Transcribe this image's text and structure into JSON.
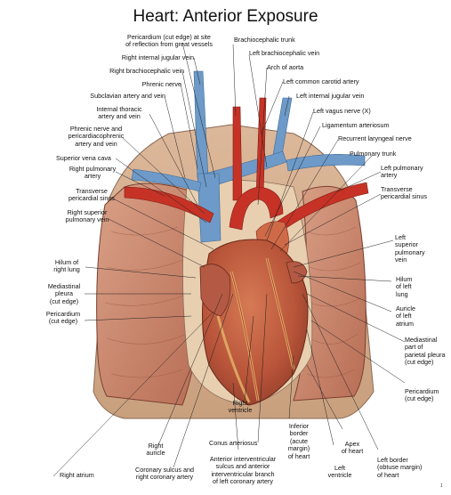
{
  "title": "Heart: Anterior Exposure",
  "labels": {
    "pericardium_cut_great_vessels": "Pericardium (cut edge) at site\nof reflection from great vessels",
    "brachiocephalic_trunk": "Brachiocephalic trunk",
    "left_brachiocephalic_vein": "Left brachiocephalic vein",
    "right_internal_jugular_vein": "Right internal jugular vein",
    "arch_of_aorta": "Arch of aorta",
    "right_brachiocephalic_vein": "Right brachiocephalic vein",
    "left_common_carotid_artery": "Left common carotid artery",
    "phrenic_nerve": "Phrenic nerve",
    "left_internal_jugular_vein": "Left internal jugular vein",
    "subclavian_artery_and_vein": "Subclavian artery and vein",
    "internal_thoracic_artery_and_vein": "Internal thoracic\nartery and vein",
    "left_vagus_nerve": "Left vagus nerve (X)",
    "ligamentum_arteriosum": "Ligamentum arteriosum",
    "phrenic_nerve_pericardiacophrenic": "Phrenic nerve and\npericardiacophrenic\nartery and vein",
    "recurrent_laryngeal_nerve": "Recurrent laryngeal nerve",
    "superior_vena_cava": "Superior vena cava",
    "pulmonary_trunk": "Pulmonary trunk",
    "right_pulmonary_artery": "Right pulmonary\nartery",
    "left_pulmonary_artery": "Left pulmonary\nartery",
    "transverse_pericardial_sinus_left": "Transverse\npericardial sinus",
    "transverse_pericardial_sinus_right": "Transverse\npericardial sinus",
    "right_superior_pulmonary_vein": "Right superior\npulmonary vein",
    "left_superior_pulmonary_vein": "Left\nsuperior\npulmonary\nvein",
    "hilum_right_lung": "Hilum of\nright lung",
    "hilum_left_lung": "Hilum\nof left\nlung",
    "mediastinal_pleura": "Mediastinal\npleura\n(cut edge)",
    "auricle_left_atrium": "Auricle\nof left\natrium",
    "pericardium_cut_edge_left": "Pericardium\n(cut edge)",
    "mediastinal_parietal_pleura": "Mediastinal\npart of\nparietal pleura\n(cut edge)",
    "pericardium_cut_edge_right": "Pericardium\n(cut edge)",
    "right_ventricle": "Right\nventricle",
    "conus_arteriosus": "Conus arteriosus",
    "right_auricle": "Right\nauricle",
    "inferior_border": "Inferior\nborder\n(acute\nmargin)\nof heart",
    "apex_of_heart": "Apex\nof heart",
    "left_border": "Left border\n(obtuse margin)\nof heart",
    "left_ventricle": "Left\nventricle",
    "coronary_sulcus": "Coronary sulcus and\nright coronary artery",
    "anterior_interventricular": "Anterior interventricular\nsulcus and anterior\ninterventricular branch\nof left coronary artery",
    "right_atrium": "Right atrium"
  },
  "corner_mark": "1",
  "colors": {
    "lung": "#cf9277",
    "lung_dark": "#a8624e",
    "heart": "#c0583a",
    "vein": "#6d9ac8",
    "artery": "#c63326",
    "fat": "#e2b368",
    "wall": "#e9cfa8"
  }
}
